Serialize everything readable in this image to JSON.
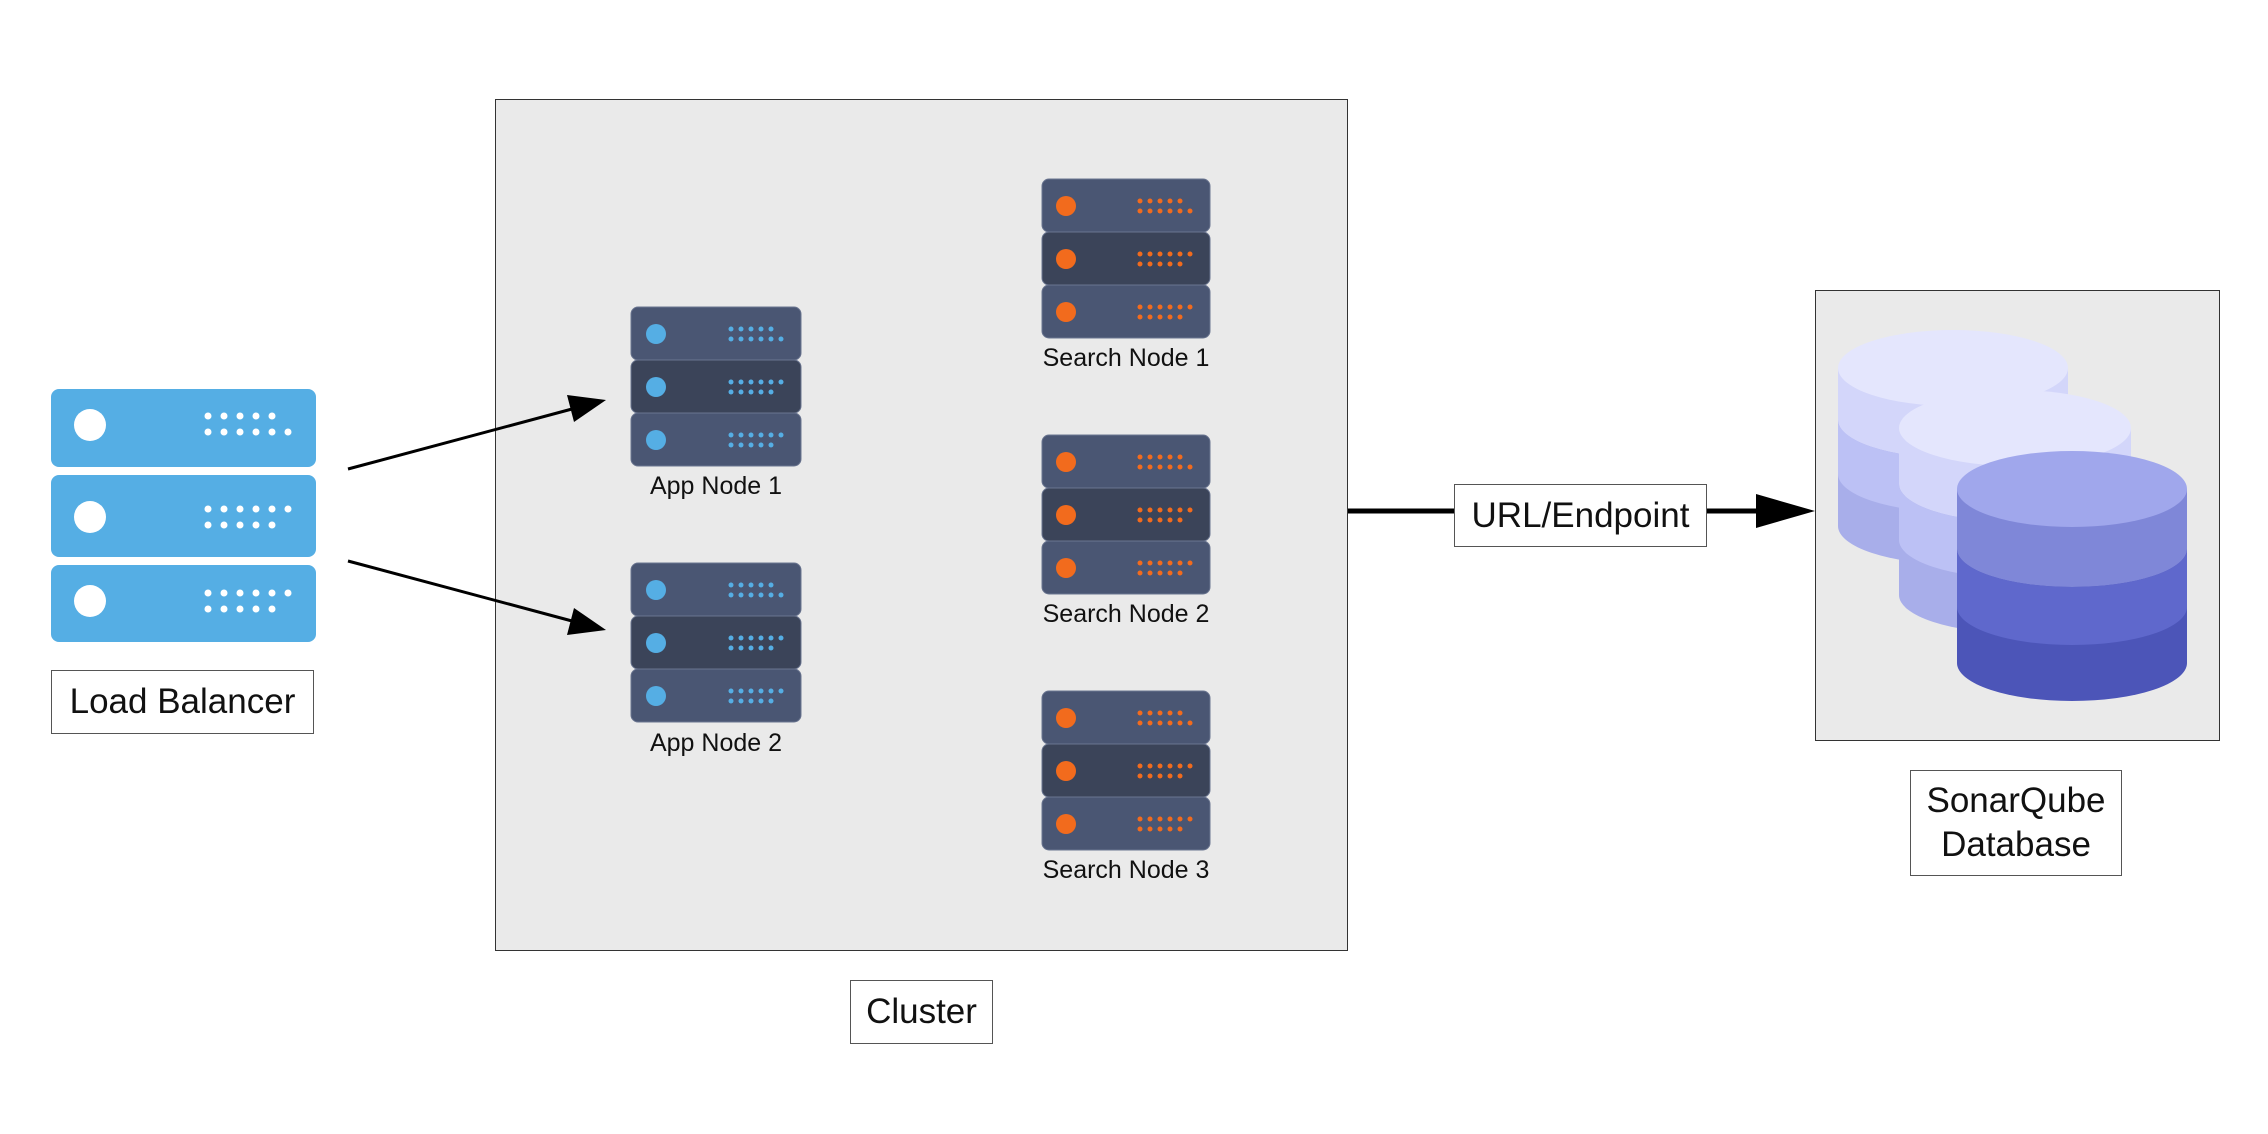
{
  "load_balancer": {
    "label": "Load Balancer",
    "icon": "server-rack-icon",
    "color": "#55aee4"
  },
  "cluster": {
    "label": "Cluster",
    "app_nodes": [
      {
        "label": "App Node 1"
      },
      {
        "label": "App Node 2"
      }
    ],
    "search_nodes": [
      {
        "label": "Search Node 1"
      },
      {
        "label": "Search Node 2"
      },
      {
        "label": "Search Node 3"
      }
    ]
  },
  "connection": {
    "label": "URL/Endpoint"
  },
  "database": {
    "label_line1": "SonarQube",
    "label_line2": "Database",
    "icon": "database-stack-icon"
  },
  "colors": {
    "server_body": "#4a5673",
    "server_body_dark": "#3b4459",
    "app_led": "#55aee4",
    "search_led": "#f26b1d",
    "lb": "#55aee4"
  }
}
